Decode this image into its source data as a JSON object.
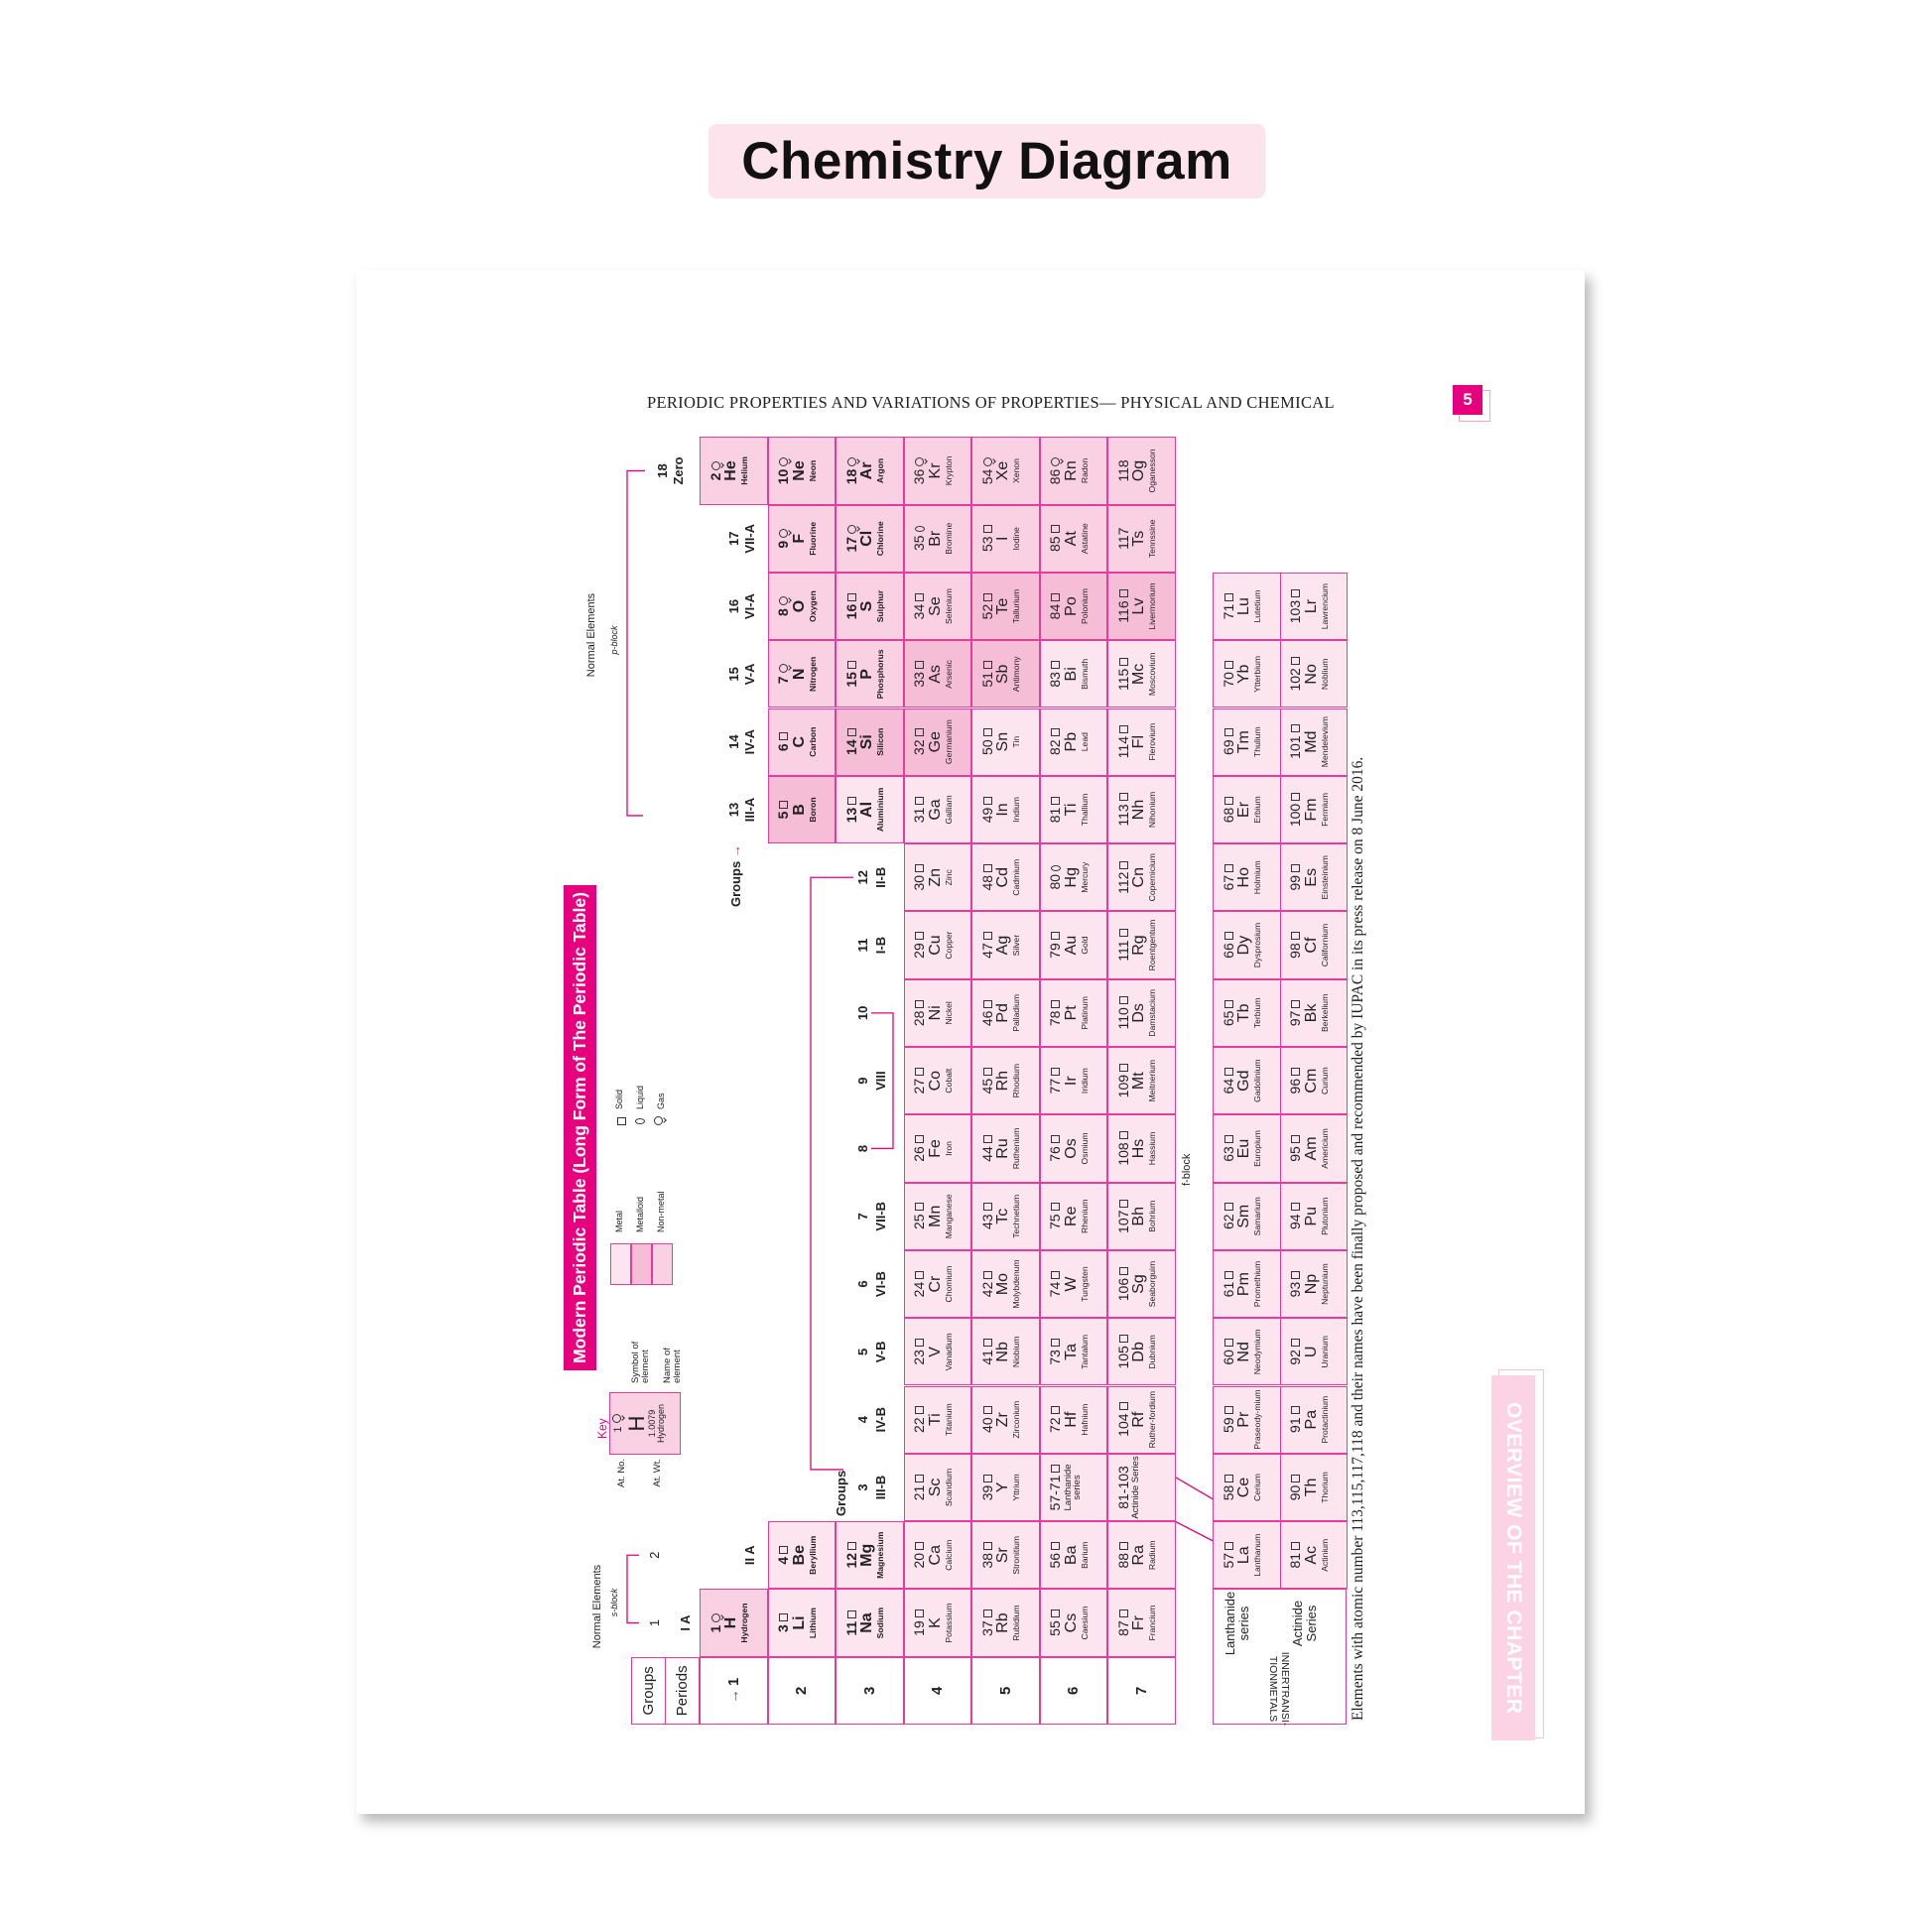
{
  "header": {
    "title": "Chemistry Diagram"
  },
  "page": {
    "running_head": "PERIODIC PROPERTIES AND VARIATIONS OF PROPERTIES— PHYSICAL AND CHEMICAL",
    "page_number": "5",
    "side_tab": "OVERVIEW OF THE CHAPTER",
    "footnote": "Elements with atomic number 113,115,117,118 and their names have been finally proposed and recommended by IUPAC in its press release on 8 June 2016."
  },
  "colors": {
    "accent": "#e6007e",
    "metal": "#fde5ef",
    "metalloid": "#f6bdd6",
    "non_metal": "#fad1e3",
    "border": "#e63c9c"
  },
  "table": {
    "title": "Modern Periodic Table (Long Form of The Periodic Table)",
    "groups_label": "Groups",
    "periods_label": "Periods",
    "periods": [
      "1",
      "2",
      "3",
      "4",
      "5",
      "6",
      "7"
    ],
    "s_block": {
      "caption": "Normal Elements",
      "block": "s-block"
    },
    "p_block": {
      "caption": "Normal Elements",
      "block": "p-block"
    },
    "f_block_label": "f-block",
    "group_headers": [
      {
        "g": 1,
        "num": "1",
        "roman": "I A"
      },
      {
        "g": 2,
        "num": "2",
        "roman": "II A"
      },
      {
        "g": 3,
        "num": "3",
        "roman": "III-B"
      },
      {
        "g": 4,
        "num": "4",
        "roman": "IV-B"
      },
      {
        "g": 5,
        "num": "5",
        "roman": "V-B"
      },
      {
        "g": 6,
        "num": "6",
        "roman": "VI-B"
      },
      {
        "g": 7,
        "num": "7",
        "roman": "VII-B"
      },
      {
        "g": 8,
        "num": "8",
        "roman": ""
      },
      {
        "g": 9,
        "num": "9",
        "roman": "VIII"
      },
      {
        "g": 10,
        "num": "10",
        "roman": ""
      },
      {
        "g": 11,
        "num": "11",
        "roman": "I-B"
      },
      {
        "g": 12,
        "num": "12",
        "roman": "II-B"
      },
      {
        "g": 13,
        "num": "13",
        "roman": "III-A"
      },
      {
        "g": 14,
        "num": "14",
        "roman": "IV-A"
      },
      {
        "g": 15,
        "num": "15",
        "roman": "V-A"
      },
      {
        "g": 16,
        "num": "16",
        "roman": "VI-A"
      },
      {
        "g": 17,
        "num": "17",
        "roman": "VII-A"
      },
      {
        "g": 18,
        "num": "18",
        "roman": "Zero"
      }
    ],
    "elements": [
      [
        "1",
        "H",
        "Hydrogen",
        "g",
        "nm",
        1,
        1
      ],
      [
        "2",
        "He",
        "Helium",
        "g",
        "nm",
        18,
        1
      ],
      [
        "3",
        "Li",
        "Lithium",
        "s",
        "m",
        1,
        2
      ],
      [
        "4",
        "Be",
        "Beryllium",
        "s",
        "m",
        2,
        2
      ],
      [
        "5",
        "B",
        "Boron",
        "s",
        "md",
        13,
        2
      ],
      [
        "6",
        "C",
        "Carbon",
        "s",
        "nm",
        14,
        2
      ],
      [
        "7",
        "N",
        "Nitrogen",
        "g",
        "nm",
        15,
        2
      ],
      [
        "8",
        "O",
        "Oxygen",
        "g",
        "nm",
        16,
        2
      ],
      [
        "9",
        "F",
        "Fluorine",
        "g",
        "nm",
        17,
        2
      ],
      [
        "10",
        "Ne",
        "Neon",
        "g",
        "nm",
        18,
        2
      ],
      [
        "11",
        "Na",
        "Sodium",
        "s",
        "m",
        1,
        3
      ],
      [
        "12",
        "Mg",
        "Magnesium",
        "s",
        "m",
        2,
        3
      ],
      [
        "13",
        "Al",
        "Aluminium",
        "s",
        "m",
        13,
        3
      ],
      [
        "14",
        "Si",
        "Silicon",
        "s",
        "md",
        14,
        3
      ],
      [
        "15",
        "P",
        "Phosphorus",
        "s",
        "nm",
        15,
        3
      ],
      [
        "16",
        "S",
        "Sulphur",
        "s",
        "nm",
        16,
        3
      ],
      [
        "17",
        "Cl",
        "Chlorine",
        "g",
        "nm",
        17,
        3
      ],
      [
        "18",
        "Ar",
        "Argon",
        "g",
        "nm",
        18,
        3
      ],
      [
        "19",
        "K",
        "Potassium",
        "s",
        "m",
        1,
        4
      ],
      [
        "20",
        "Ca",
        "Calcium",
        "s",
        "m",
        2,
        4
      ],
      [
        "21",
        "Sc",
        "Scandium",
        "s",
        "m",
        3,
        4
      ],
      [
        "22",
        "Ti",
        "Titanium",
        "s",
        "m",
        4,
        4
      ],
      [
        "23",
        "V",
        "Vanadium",
        "s",
        "m",
        5,
        4
      ],
      [
        "24",
        "Cr",
        "Chomium",
        "s",
        "m",
        6,
        4
      ],
      [
        "25",
        "Mn",
        "Manganese",
        "s",
        "m",
        7,
        4
      ],
      [
        "26",
        "Fe",
        "Iron",
        "s",
        "m",
        8,
        4
      ],
      [
        "27",
        "Co",
        "Cobalt",
        "s",
        "m",
        9,
        4
      ],
      [
        "28",
        "Ni",
        "Nickel",
        "s",
        "m",
        10,
        4
      ],
      [
        "29",
        "Cu",
        "Copper",
        "s",
        "m",
        11,
        4
      ],
      [
        "30",
        "Zn",
        "Zinc",
        "s",
        "m",
        12,
        4
      ],
      [
        "31",
        "Ga",
        "Galliam",
        "s",
        "m",
        13,
        4
      ],
      [
        "32",
        "Ge",
        "Germanium",
        "s",
        "md",
        14,
        4
      ],
      [
        "33",
        "As",
        "Arsenic",
        "s",
        "md",
        15,
        4
      ],
      [
        "34",
        "Se",
        "Selenium",
        "s",
        "nm",
        16,
        4
      ],
      [
        "35",
        "Br",
        "Bromine",
        "l",
        "nm",
        17,
        4
      ],
      [
        "36",
        "Kr",
        "Krypton",
        "g",
        "nm",
        18,
        4
      ],
      [
        "37",
        "Rb",
        "Rubidium",
        "s",
        "m",
        1,
        5
      ],
      [
        "38",
        "Sr",
        "Stronitium",
        "s",
        "m",
        2,
        5
      ],
      [
        "39",
        "Y",
        "Yttrium",
        "s",
        "m",
        3,
        5
      ],
      [
        "40",
        "Zr",
        "Zirconium",
        "s",
        "m",
        4,
        5
      ],
      [
        "41",
        "Nb",
        "Niobium",
        "s",
        "m",
        5,
        5
      ],
      [
        "42",
        "Mo",
        "Molybdenum",
        "s",
        "m",
        6,
        5
      ],
      [
        "43",
        "Tc",
        "Technetium",
        "s",
        "m",
        7,
        5
      ],
      [
        "44",
        "Ru",
        "Ruthenium",
        "s",
        "m",
        8,
        5
      ],
      [
        "45",
        "Rh",
        "Rhodium",
        "s",
        "m",
        9,
        5
      ],
      [
        "46",
        "Pd",
        "Palladium",
        "s",
        "m",
        10,
        5
      ],
      [
        "47",
        "Ag",
        "Silver",
        "s",
        "m",
        11,
        5
      ],
      [
        "48",
        "Cd",
        "Cadmium",
        "s",
        "m",
        12,
        5
      ],
      [
        "49",
        "In",
        "Indium",
        "s",
        "m",
        13,
        5
      ],
      [
        "50",
        "Sn",
        "Tin",
        "s",
        "m",
        14,
        5
      ],
      [
        "51",
        "Sb",
        "Antimony",
        "s",
        "md",
        15,
        5
      ],
      [
        "52",
        "Te",
        "Tallurium",
        "s",
        "md",
        16,
        5
      ],
      [
        "53",
        "I",
        "Iodine",
        "s",
        "nm",
        17,
        5
      ],
      [
        "54",
        "Xe",
        "Xenon",
        "g",
        "nm",
        18,
        5
      ],
      [
        "55",
        "Cs",
        "Caesium",
        "s",
        "m",
        1,
        6
      ],
      [
        "56",
        "Ba",
        "Barium",
        "s",
        "m",
        2,
        6
      ],
      [
        "57-71",
        "",
        "Lanthanide series",
        "s",
        "m",
        3,
        6
      ],
      [
        "72",
        "Hf",
        "Hafnium",
        "s",
        "m",
        4,
        6
      ],
      [
        "73",
        "Ta",
        "Tantalum",
        "s",
        "m",
        5,
        6
      ],
      [
        "74",
        "W",
        "Tungsten",
        "s",
        "m",
        6,
        6
      ],
      [
        "75",
        "Re",
        "Rhenium",
        "s",
        "m",
        7,
        6
      ],
      [
        "76",
        "Os",
        "Osmium",
        "s",
        "m",
        8,
        6
      ],
      [
        "77",
        "Ir",
        "Iridium",
        "s",
        "m",
        9,
        6
      ],
      [
        "78",
        "Pt",
        "Platinum",
        "s",
        "m",
        10,
        6
      ],
      [
        "79",
        "Au",
        "Gold",
        "s",
        "m",
        11,
        6
      ],
      [
        "80",
        "Hg",
        "Mercury",
        "l",
        "m",
        12,
        6
      ],
      [
        "81",
        "Ti",
        "Thallium",
        "s",
        "m",
        13,
        6
      ],
      [
        "82",
        "Pb",
        "Lead",
        "s",
        "m",
        14,
        6
      ],
      [
        "83",
        "Bi",
        "Bismuth",
        "s",
        "m",
        15,
        6
      ],
      [
        "84",
        "Po",
        "Polonium",
        "s",
        "md",
        16,
        6
      ],
      [
        "85",
        "At",
        "Astatine",
        "s",
        "nm",
        17,
        6
      ],
      [
        "86",
        "Rn",
        "Radon",
        "g",
        "nm",
        18,
        6
      ],
      [
        "87",
        "Fr",
        "Francium",
        "s",
        "m",
        1,
        7
      ],
      [
        "88",
        "Ra",
        "Radium",
        "s",
        "m",
        2,
        7
      ],
      [
        "81-103",
        "",
        "Actinide Series",
        "",
        "m",
        3,
        7
      ],
      [
        "104",
        "Rf",
        "Ruther-fordium",
        "s",
        "m",
        4,
        7
      ],
      [
        "105",
        "Db",
        "Dubnium",
        "s",
        "m",
        5,
        7
      ],
      [
        "106",
        "Sg",
        "Seaborguim",
        "s",
        "m",
        6,
        7
      ],
      [
        "107",
        "Bh",
        "Bohrium",
        "s",
        "m",
        7,
        7
      ],
      [
        "108",
        "Hs",
        "Hassium",
        "s",
        "m",
        8,
        7
      ],
      [
        "109",
        "Mt",
        "Meitnerium",
        "s",
        "m",
        9,
        7
      ],
      [
        "110",
        "Ds",
        "Damstacium",
        "s",
        "m",
        10,
        7
      ],
      [
        "111",
        "Rg",
        "Roentgentum",
        "s",
        "m",
        11,
        7
      ],
      [
        "112",
        "Cn",
        "Copernicium",
        "s",
        "m",
        12,
        7
      ],
      [
        "113",
        "Nh",
        "Nihonium",
        "s",
        "m",
        13,
        7
      ],
      [
        "114",
        "Fl",
        "Flerovium",
        "s",
        "m",
        14,
        7
      ],
      [
        "115",
        "Mc",
        "Moscovium",
        "s",
        "m",
        15,
        7
      ],
      [
        "116",
        "Lv",
        "Livermorium",
        "s",
        "md",
        16,
        7
      ],
      [
        "117",
        "Ts",
        "Tennssine",
        "",
        "nm",
        17,
        7
      ],
      [
        "118",
        "Og",
        "Oganesson",
        "",
        "nm",
        18,
        7
      ]
    ],
    "inner_transition": {
      "label": "INNERTRANSI-TIONMETALS",
      "series_labels": [
        "Lanthanide series",
        "Actinide Series"
      ],
      "lanthanides": [
        [
          "57",
          "La",
          "Lanthanum"
        ],
        [
          "58",
          "Ce",
          "Cerium"
        ],
        [
          "59",
          "Pr",
          "Praseody-mium"
        ],
        [
          "60",
          "Nd",
          "Neodymium"
        ],
        [
          "61",
          "Pm",
          "Promethium"
        ],
        [
          "62",
          "Sm",
          "Samarium"
        ],
        [
          "63",
          "Eu",
          "Europium"
        ],
        [
          "64",
          "Gd",
          "Gadolinium"
        ],
        [
          "65",
          "Tb",
          "Terbium"
        ],
        [
          "66",
          "Dy",
          "Dysprosium"
        ],
        [
          "67",
          "Ho",
          "Holmium"
        ],
        [
          "68",
          "Er",
          "Erbium"
        ],
        [
          "69",
          "Tm",
          "Thulium"
        ],
        [
          "70",
          "Yb",
          "Ytterbium"
        ],
        [
          "71",
          "Lu",
          "Lutetium"
        ]
      ],
      "actinides": [
        [
          "81",
          "Ac",
          "Actinium"
        ],
        [
          "90",
          "Th",
          "Thorium"
        ],
        [
          "91",
          "Pa",
          "Protactinium"
        ],
        [
          "92",
          "U",
          "Uranium"
        ],
        [
          "93",
          "Np",
          "Neptunium"
        ],
        [
          "94",
          "Pu",
          "Plutonium"
        ],
        [
          "95",
          "Am",
          "Americium"
        ],
        [
          "96",
          "Cm",
          "Curium"
        ],
        [
          "97",
          "Bk",
          "Berkelium"
        ],
        [
          "98",
          "Cf",
          "Californium"
        ],
        [
          "99",
          "Es",
          "Einsteinium"
        ],
        [
          "100",
          "Fm",
          "Fermium"
        ],
        [
          "101",
          "Md",
          "Mendelevium"
        ],
        [
          "102",
          "No",
          "Noblium"
        ],
        [
          "103",
          "Lr",
          "Lawrencium"
        ]
      ]
    }
  },
  "key": {
    "label": "Key",
    "number": "1",
    "symbol": "H",
    "weight": "1.0079",
    "name": "Hydrogen",
    "at_no": "At. No.",
    "at_wt": "At. Wt.",
    "symbol_label": "Symbol of element",
    "name_label": "Name of element"
  },
  "legend": {
    "categories": [
      "Metal",
      "Metalloid",
      "Non-metal"
    ],
    "states": [
      "Solid",
      "Liquid",
      "Gas"
    ]
  }
}
